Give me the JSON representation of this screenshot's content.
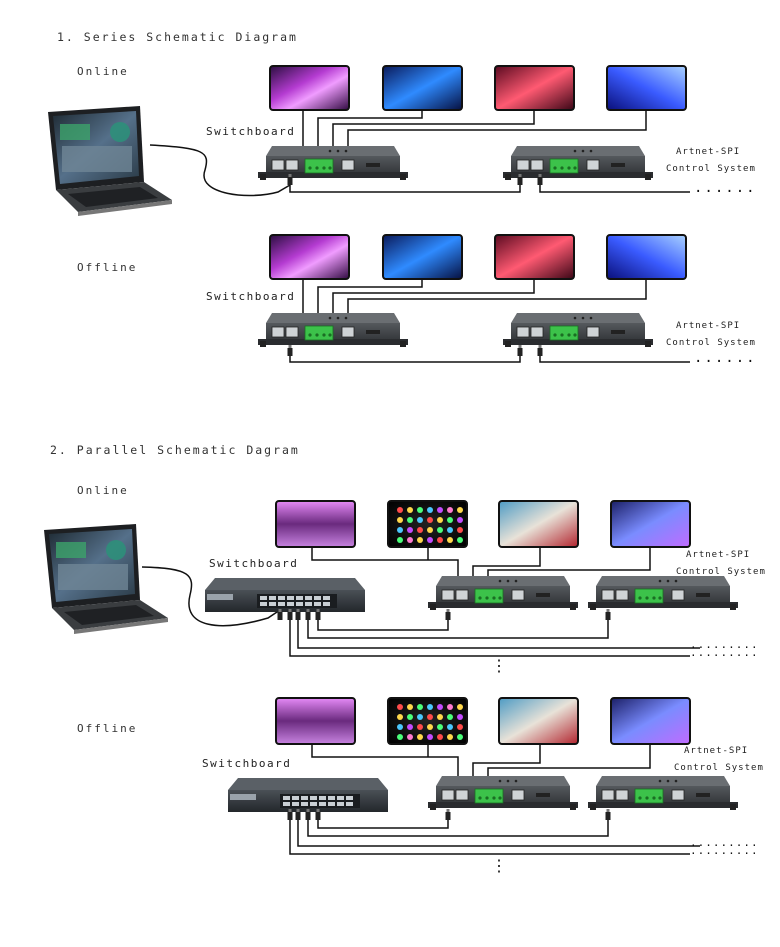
{
  "section1": {
    "title": "1. Series Schematic Diagram",
    "online": {
      "mode_label": "Online",
      "switch_label": "Switchboard",
      "controller_label_1": "Artnet-SPI",
      "controller_label_2": "Control System",
      "continuation": "......"
    },
    "offline": {
      "mode_label": "Offline",
      "switch_label": "Switchboard",
      "controller_label_1": "Artnet-SPI",
      "controller_label_2": "Control System",
      "continuation": "......"
    }
  },
  "section2": {
    "title": "2. Parallel Schematic Dagram",
    "online": {
      "mode_label": "Online",
      "switch_label": "Switchboard",
      "controller_label_1": "Artnet-SPI",
      "controller_label_2": "Control System",
      "continuation": ".........",
      "vertical_continuation": "⋮"
    },
    "offline": {
      "mode_label": "Offline",
      "switch_label": "Switchboard",
      "controller_label_1": "Artnet-SPI",
      "controller_label_2": "Control System",
      "continuation": ".........",
      "vertical_continuation": "⋮"
    }
  },
  "colors": {
    "cable": "#111111",
    "controller_body": "#3a3d40",
    "terminal_green": "#3cc24a",
    "switch_body": "#2e3338"
  },
  "icons": [
    "laptop-icon",
    "controller-device-icon",
    "network-switch-icon",
    "led-display-panel-icon"
  ]
}
